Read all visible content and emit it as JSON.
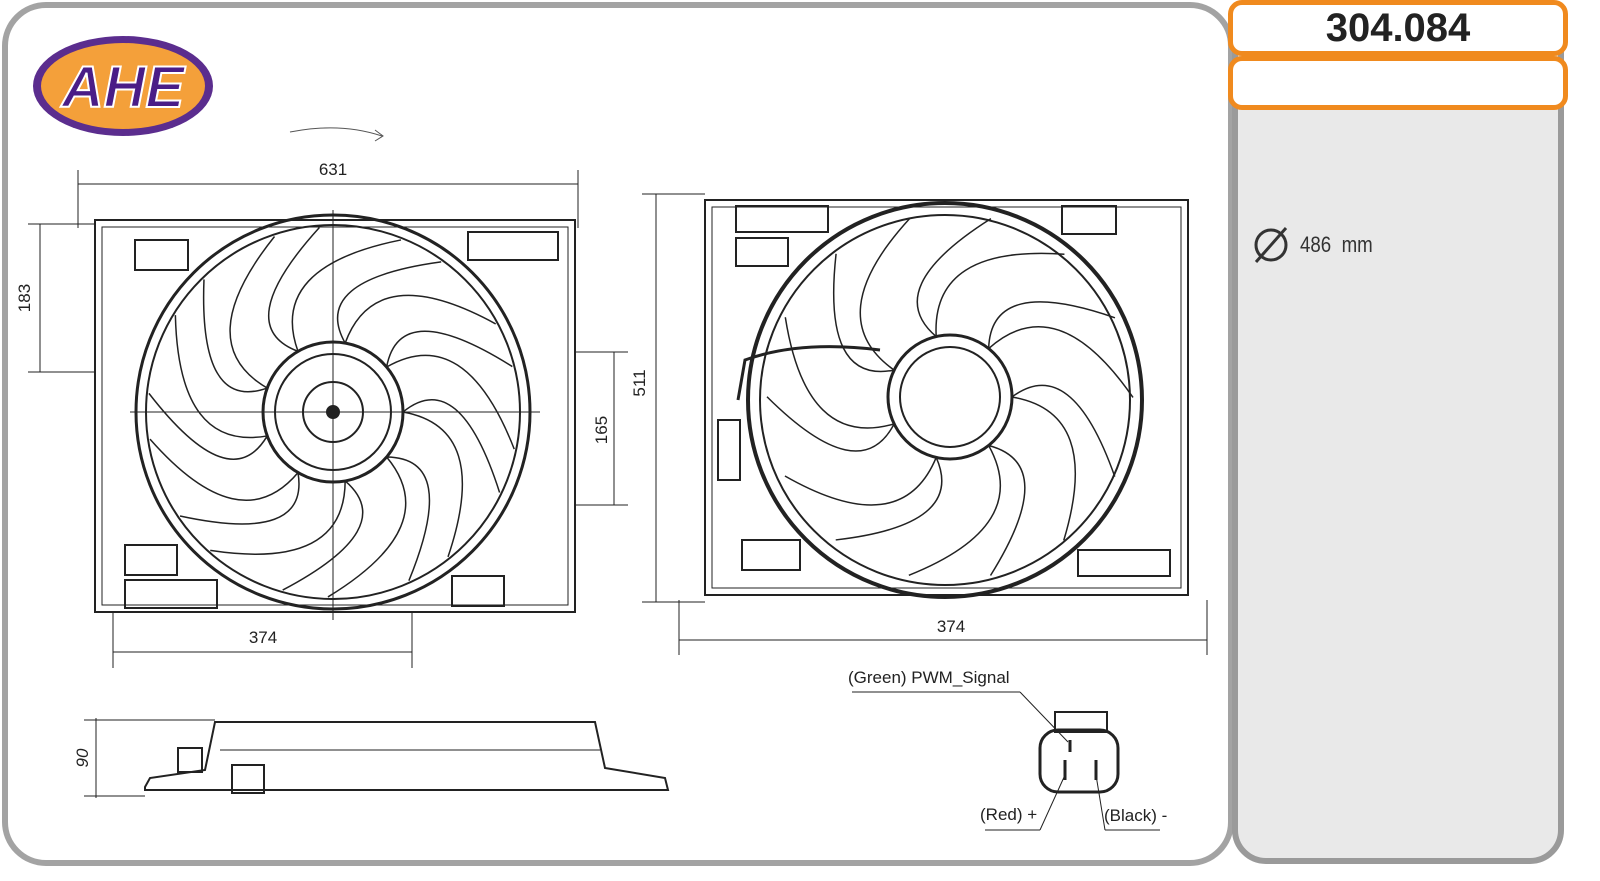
{
  "brand": {
    "logo_text": "AHE",
    "logo_fill": "#5b2d8e",
    "logo_ring": "#f08a1e"
  },
  "part": {
    "number": "304.084",
    "secondary": "",
    "diameter_value": "486",
    "diameter_unit": "mm"
  },
  "dimensions": {
    "front_width": "631",
    "front_top_height": "183",
    "front_center_height": "165",
    "front_bottom_width": "374",
    "rear_height": "511",
    "rear_width": "374",
    "side_depth": "90"
  },
  "connector": {
    "pwm_label": "(Green) PWM_Signal",
    "plus_label": "(Red) +",
    "minus_label": "(Black) -"
  },
  "colors": {
    "accent": "#f08a1e",
    "border": "#a3a3a3",
    "side_bg": "#e9e9e9"
  }
}
